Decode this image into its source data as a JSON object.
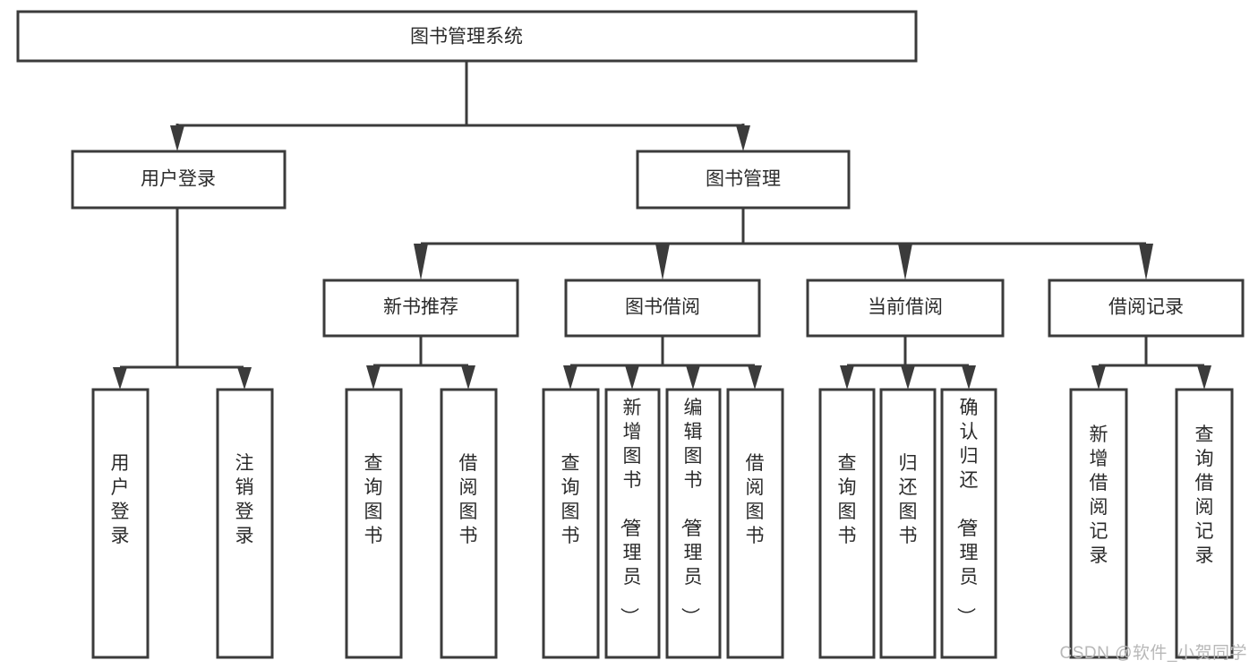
{
  "diagram": {
    "type": "tree-hierarchy-chart",
    "title": "图书管理系统",
    "orientation": "top-down",
    "colors": {
      "box_stroke": "#3b3b3b",
      "box_fill": "#ffffff",
      "connector": "#3b3b3b",
      "text": "#2b2b2b",
      "watermark": "#b8b8b8",
      "background": "#ffffff"
    },
    "levels": [
      {
        "level": 1,
        "nodes": [
          {
            "id": "root",
            "label": "图书管理系统",
            "orientation": "horizontal"
          }
        ]
      },
      {
        "level": 2,
        "nodes": [
          {
            "id": "user-login",
            "label": "用户登录",
            "parent": "root",
            "orientation": "horizontal"
          },
          {
            "id": "book-manage",
            "label": "图书管理",
            "parent": "root",
            "orientation": "horizontal"
          }
        ]
      },
      {
        "level": 3,
        "nodes": [
          {
            "id": "new-book-rec",
            "label": "新书推荐",
            "parent": "book-manage",
            "orientation": "horizontal"
          },
          {
            "id": "book-borrow",
            "label": "图书借阅",
            "parent": "book-manage",
            "orientation": "horizontal"
          },
          {
            "id": "current-borrow",
            "label": "当前借阅",
            "parent": "book-manage",
            "orientation": "horizontal"
          },
          {
            "id": "borrow-record",
            "label": "借阅记录",
            "parent": "book-manage",
            "orientation": "horizontal"
          }
        ]
      },
      {
        "level": 4,
        "nodes": [
          {
            "id": "leaf-user-login",
            "label": "用户登录",
            "parent": "user-login",
            "orientation": "vertical"
          },
          {
            "id": "leaf-logout",
            "label": "注销登录",
            "parent": "user-login",
            "orientation": "vertical"
          },
          {
            "id": "leaf-query-book-1",
            "label": "查询图书",
            "parent": "new-book-rec",
            "orientation": "vertical"
          },
          {
            "id": "leaf-borrow-book-1",
            "label": "借阅图书",
            "parent": "new-book-rec",
            "orientation": "vertical"
          },
          {
            "id": "leaf-query-book-2",
            "label": "查询图书",
            "parent": "book-borrow",
            "orientation": "vertical"
          },
          {
            "id": "leaf-add-book",
            "label": "新增图书（管理员）",
            "parent": "book-borrow",
            "orientation": "vertical"
          },
          {
            "id": "leaf-edit-book",
            "label": "编辑图书（管理员）",
            "parent": "book-borrow",
            "orientation": "vertical"
          },
          {
            "id": "leaf-borrow-book-2",
            "label": "借阅图书",
            "parent": "book-borrow",
            "orientation": "vertical"
          },
          {
            "id": "leaf-query-book-3",
            "label": "查询图书",
            "parent": "current-borrow",
            "orientation": "vertical"
          },
          {
            "id": "leaf-return-book",
            "label": "归还图书",
            "parent": "current-borrow",
            "orientation": "vertical"
          },
          {
            "id": "leaf-confirm-return",
            "label": "确认归还（管理员）",
            "parent": "current-borrow",
            "orientation": "vertical"
          },
          {
            "id": "leaf-add-record",
            "label": "新增借阅记录",
            "parent": "borrow-record",
            "orientation": "vertical"
          },
          {
            "id": "leaf-query-record",
            "label": "查询借阅记录",
            "parent": "borrow-record",
            "orientation": "vertical"
          }
        ]
      }
    ]
  },
  "watermark": {
    "text": "CSDN @软件_小贺同学"
  }
}
